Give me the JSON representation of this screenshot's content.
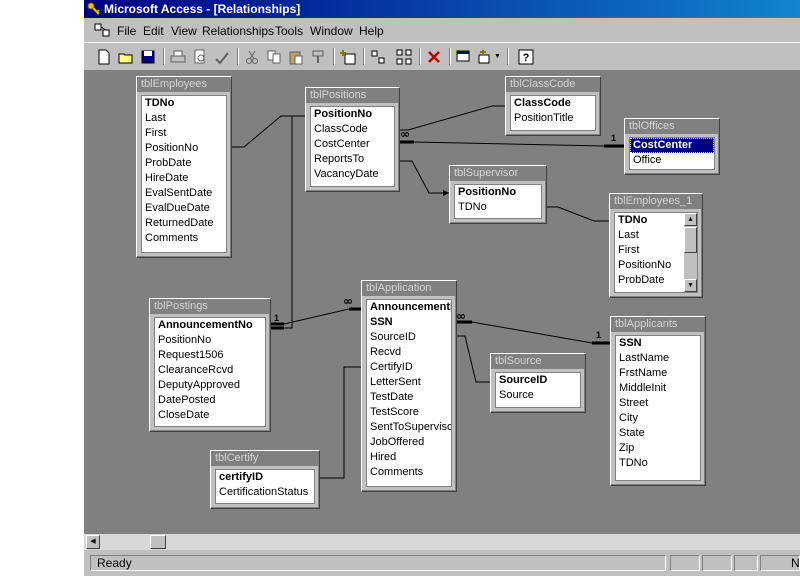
{
  "window": {
    "title": "Microsoft Access - [Relationships]"
  },
  "menu": [
    "File",
    "Edit",
    "View",
    "Relationships",
    "Tools",
    "Window",
    "Help"
  ],
  "toolbar": {
    "buttons": [
      "new-icon",
      "open-icon",
      "save-icon",
      "print-icon",
      "print-preview-icon",
      "spelling-icon",
      "cut-icon",
      "copy-icon",
      "paste-icon",
      "format-painter-icon",
      "show-table-icon",
      "show-direct-icon",
      "show-all-icon",
      "delete-icon",
      "database-window-icon",
      "new-object-icon",
      "help-icon"
    ]
  },
  "tables": [
    {
      "name": "tblEmployees",
      "fields": [
        "TDNo",
        "Last",
        "First",
        "PositionNo",
        "ProbDate",
        "HireDate",
        "EvalSentDate",
        "EvalDueDate",
        "ReturnedDate",
        "Comments"
      ],
      "keys": [
        0
      ]
    },
    {
      "name": "tblPositions",
      "fields": [
        "PositionNo",
        "ClassCode",
        "CostCenter",
        "ReportsTo",
        "VacancyDate"
      ],
      "keys": [
        0
      ]
    },
    {
      "name": "tblClassCode",
      "fields": [
        "ClassCode",
        "PositionTitle"
      ],
      "keys": [
        0
      ]
    },
    {
      "name": "tblOffices",
      "fields": [
        "CostCenter",
        "Office"
      ],
      "keys": [
        0
      ],
      "selected": 0
    },
    {
      "name": "tblSupervisor",
      "fields": [
        "PositionNo",
        "TDNo"
      ],
      "keys": [
        0
      ]
    },
    {
      "name": "tblEmployees_1",
      "fields": [
        "TDNo",
        "Last",
        "First",
        "PositionNo",
        "ProbDate"
      ],
      "keys": [
        0
      ],
      "scroll": true
    },
    {
      "name": "tblPostings",
      "fields": [
        "AnnouncementNo",
        "PositionNo",
        "Request1506",
        "ClearanceRcvd",
        "DeputyApproved",
        "DatePosted",
        "CloseDate"
      ],
      "keys": [
        0
      ]
    },
    {
      "name": "tblApplication",
      "fields": [
        "AnnouncementID",
        "SSN",
        "SourceID",
        "Recvd",
        "CertifyID",
        "LetterSent",
        "TestDate",
        "TestScore",
        "SentToSupervisor",
        "JobOffered",
        "Hired",
        "Comments"
      ],
      "keys": [
        0,
        1
      ]
    },
    {
      "name": "tblSource",
      "fields": [
        "SourceID",
        "Source"
      ],
      "keys": [
        0
      ]
    },
    {
      "name": "tblApplicants",
      "fields": [
        "SSN",
        "LastName",
        "FrstName",
        "MiddleInit",
        "Street",
        "City",
        "State",
        "Zip",
        "TDNo"
      ],
      "keys": [
        0
      ]
    },
    {
      "name": "tblCertify",
      "fields": [
        "certifyID",
        "CertificationStatus"
      ],
      "keys": [
        0
      ]
    }
  ],
  "relationships": {
    "one_symbol": "1",
    "many_symbol": "∞"
  },
  "status": {
    "text": "Ready",
    "indicator": "NU"
  }
}
